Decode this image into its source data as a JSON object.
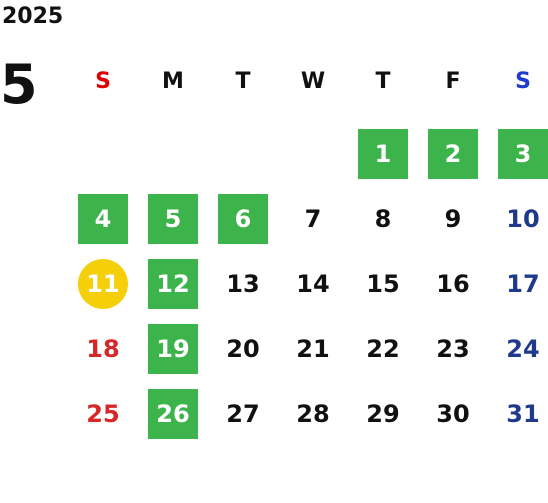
{
  "calendar": {
    "year": "2025",
    "month": "5",
    "weekdays": [
      "S",
      "M",
      "T",
      "W",
      "T",
      "F",
      "S"
    ],
    "colors": {
      "text": "#111111",
      "sunday_header": "#e00000",
      "saturday_header": "#1f3bcc",
      "sunday_date": "#d62828",
      "saturday_date": "#1f3a8a",
      "highlight_bg": "#3cb44b",
      "today_bg": "#f5cf0a"
    },
    "weeks": [
      [
        null,
        null,
        null,
        null,
        "1",
        "2",
        "3"
      ],
      [
        "4",
        "5",
        "6",
        "7",
        "8",
        "9",
        "10"
      ],
      [
        "11",
        "12",
        "13",
        "14",
        "15",
        "16",
        "17"
      ],
      [
        "18",
        "19",
        "20",
        "21",
        "22",
        "23",
        "24"
      ],
      [
        "25",
        "26",
        "27",
        "28",
        "29",
        "30",
        "31"
      ]
    ],
    "highlighted": [
      "1",
      "2",
      "3",
      "4",
      "5",
      "6",
      "12",
      "19",
      "26"
    ],
    "today": "11"
  }
}
